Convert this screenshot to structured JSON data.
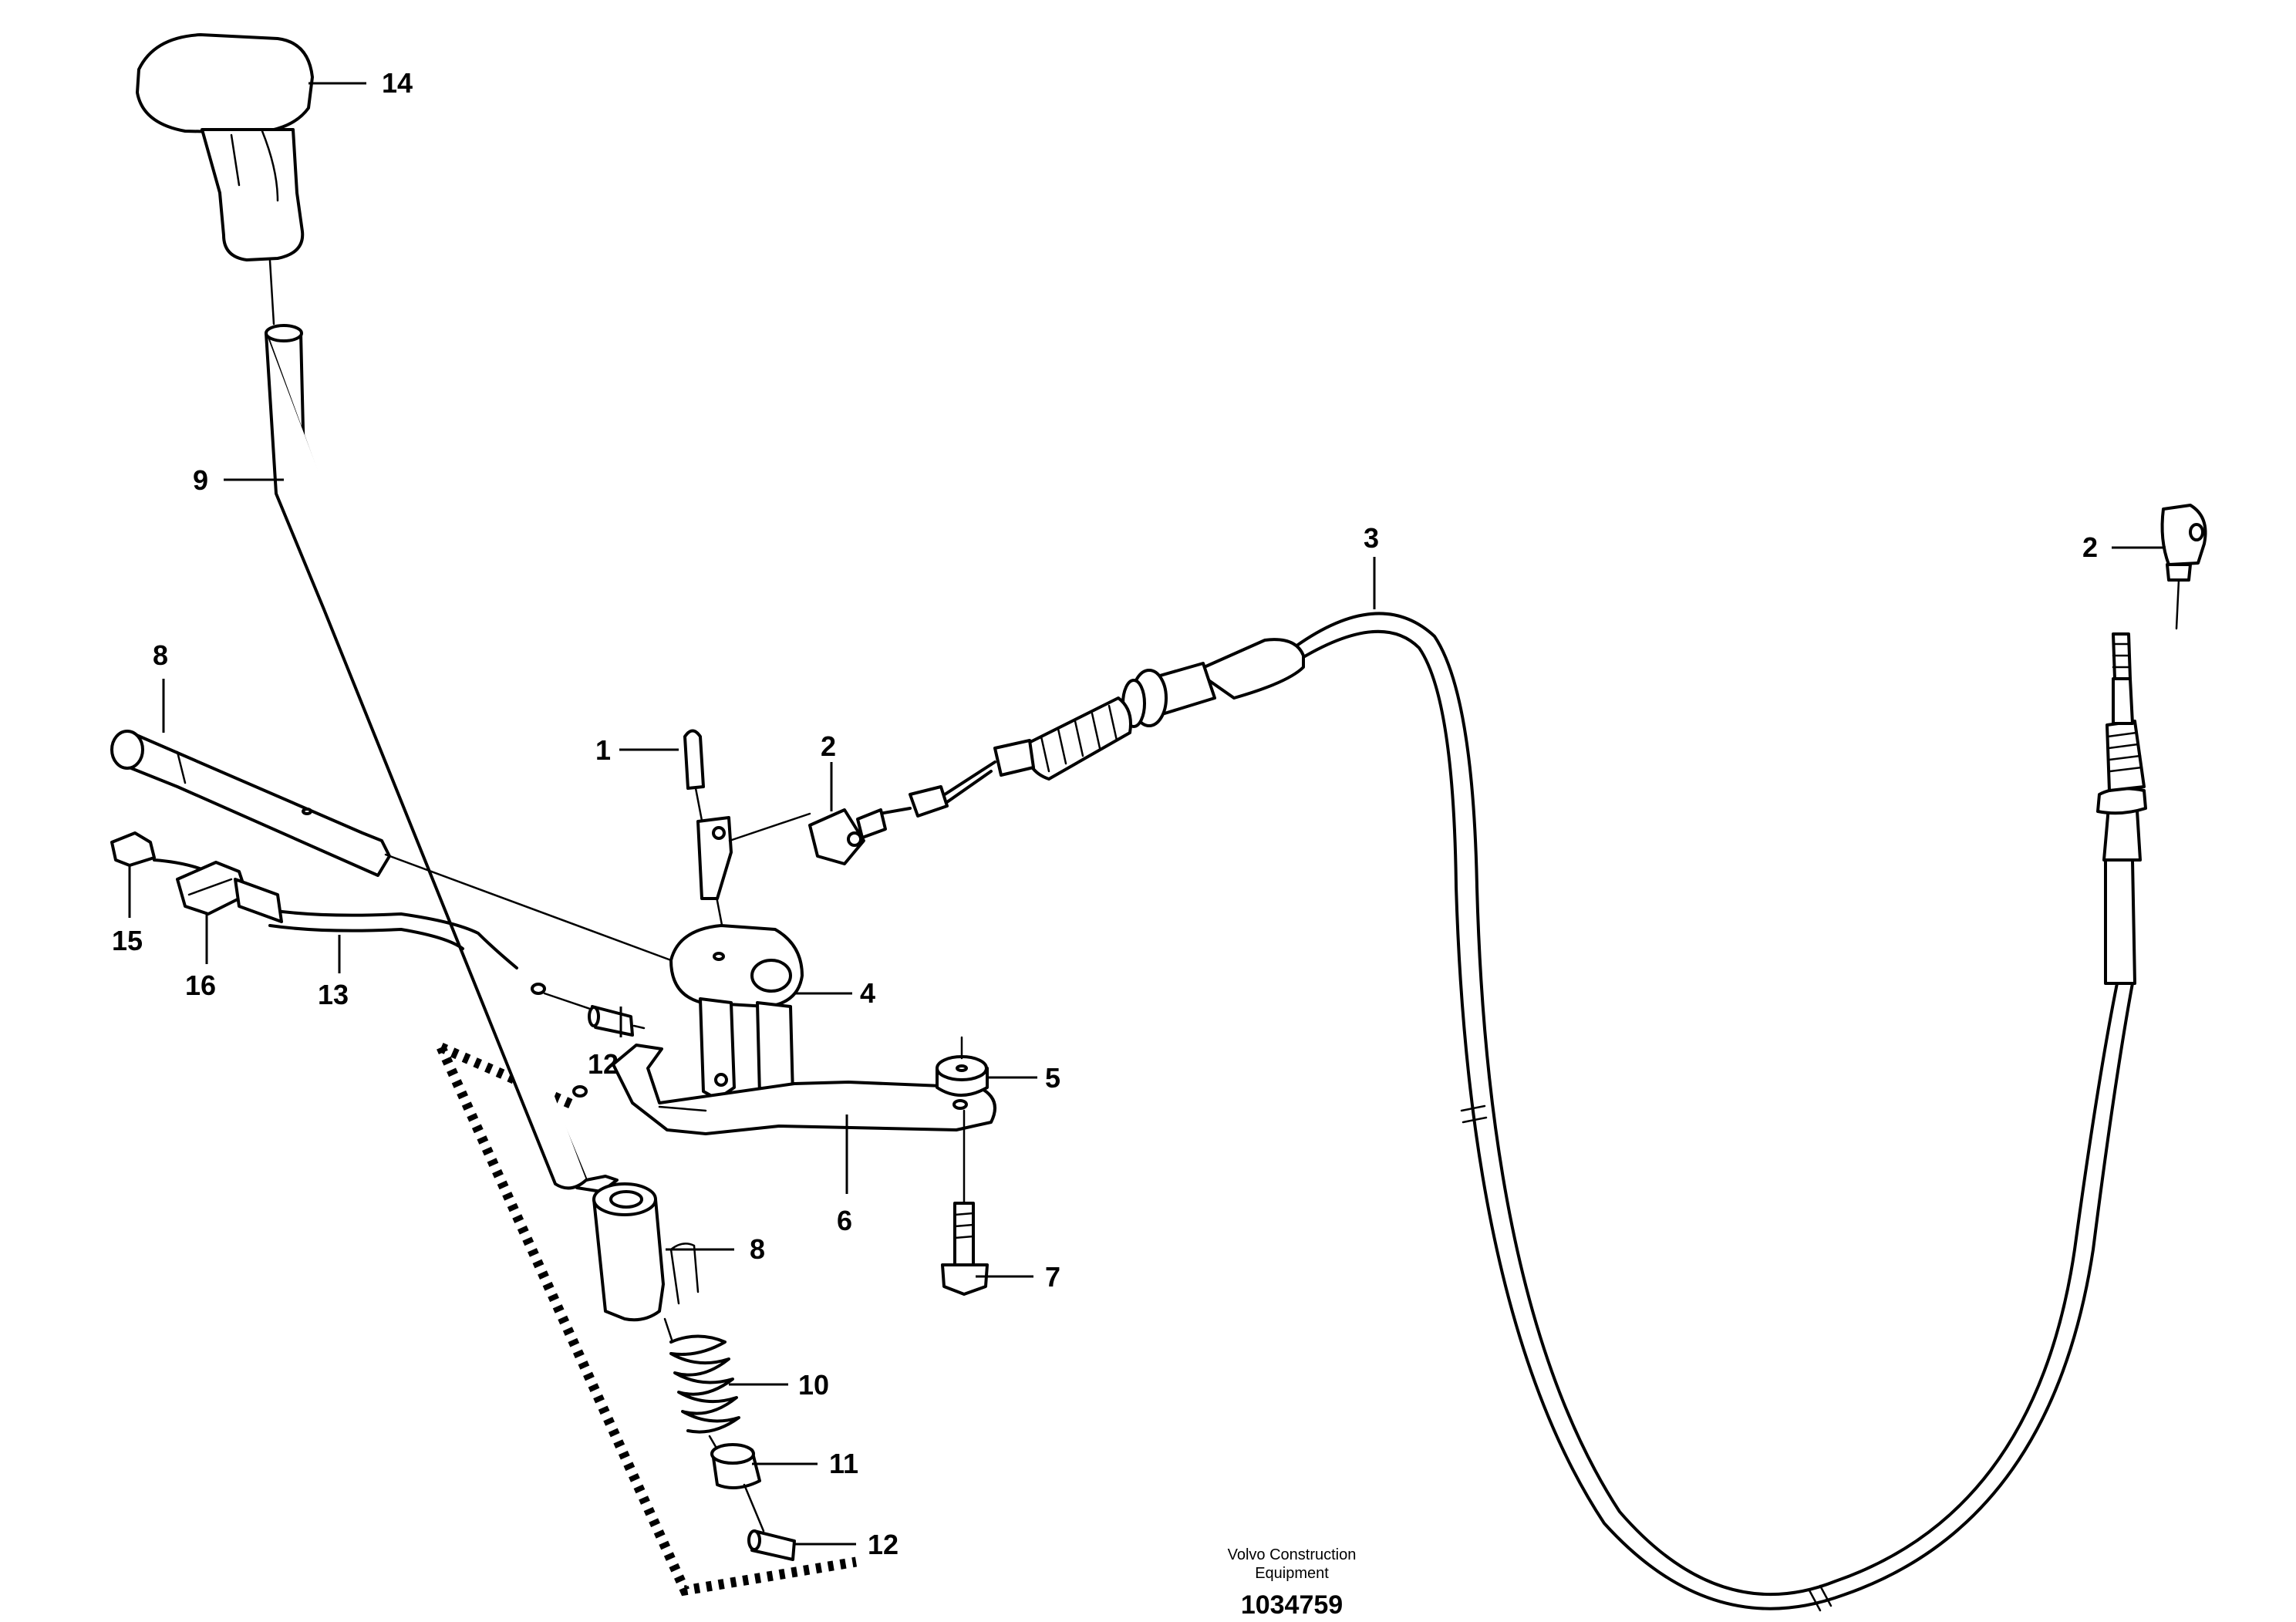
{
  "callouts": {
    "c1": "1",
    "c2a": "2",
    "c2b": "2",
    "c3": "3",
    "c4": "4",
    "c5": "5",
    "c6": "6",
    "c7": "7",
    "c8a": "8",
    "c8b": "8",
    "c9": "9",
    "c10": "10",
    "c11": "11",
    "c12a": "12",
    "c12b": "12",
    "c13": "13",
    "c14": "14",
    "c15": "15",
    "c16": "16"
  },
  "footer": {
    "line1": "Volvo Construction",
    "line2": "Equipment",
    "drawing_number": "1034759"
  }
}
